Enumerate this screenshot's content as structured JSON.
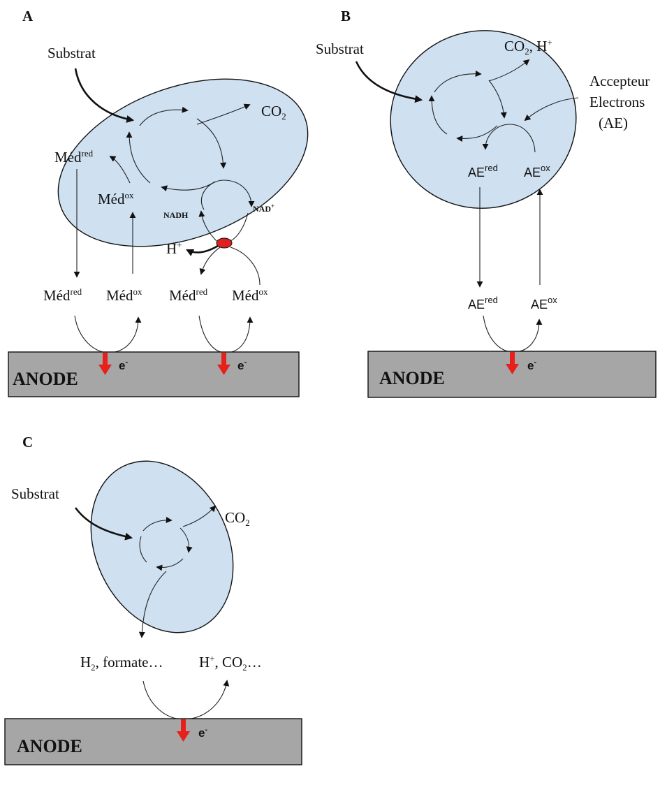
{
  "panels": {
    "a": {
      "letter": "A",
      "substrate": "Substrat",
      "co2": "CO",
      "co2_sub": "2",
      "med": "Méd",
      "red": "red",
      "ox": "ox",
      "nadh": "NADH",
      "nad": "NAD",
      "plus": "+",
      "h": "H",
      "anode": "ANODE",
      "electron": "e",
      "minus": "-"
    },
    "b": {
      "letter": "B",
      "substrate": "Substrat",
      "co2": "CO",
      "co2_sub": "2",
      "co2_rest": ", H",
      "plus": "+",
      "acceptor_line1": "Accepteur",
      "acceptor_line2": "Electrons",
      "acceptor_line3": "(AE)",
      "ae": "AE",
      "red": "red",
      "ox": "ox",
      "anode": "ANODE",
      "electron": "e",
      "minus": "-"
    },
    "c": {
      "letter": "C",
      "substrate": "Substrat",
      "co2": "CO",
      "co2_sub": "2",
      "h2": "H",
      "h2_sub": "2",
      "h2_rest": ", formate…",
      "hplus": "H",
      "plus": "+",
      "co2b": ", CO",
      "co2b_sub": "2",
      "co2b_rest": "…",
      "anode": "ANODE",
      "electron": "e",
      "minus": "-"
    }
  },
  "colors": {
    "cell_fill": "#cfe0f1",
    "anode_fill": "#a6a6a6",
    "electron_arrow": "#e8201c",
    "enzyme": "#e02020"
  }
}
